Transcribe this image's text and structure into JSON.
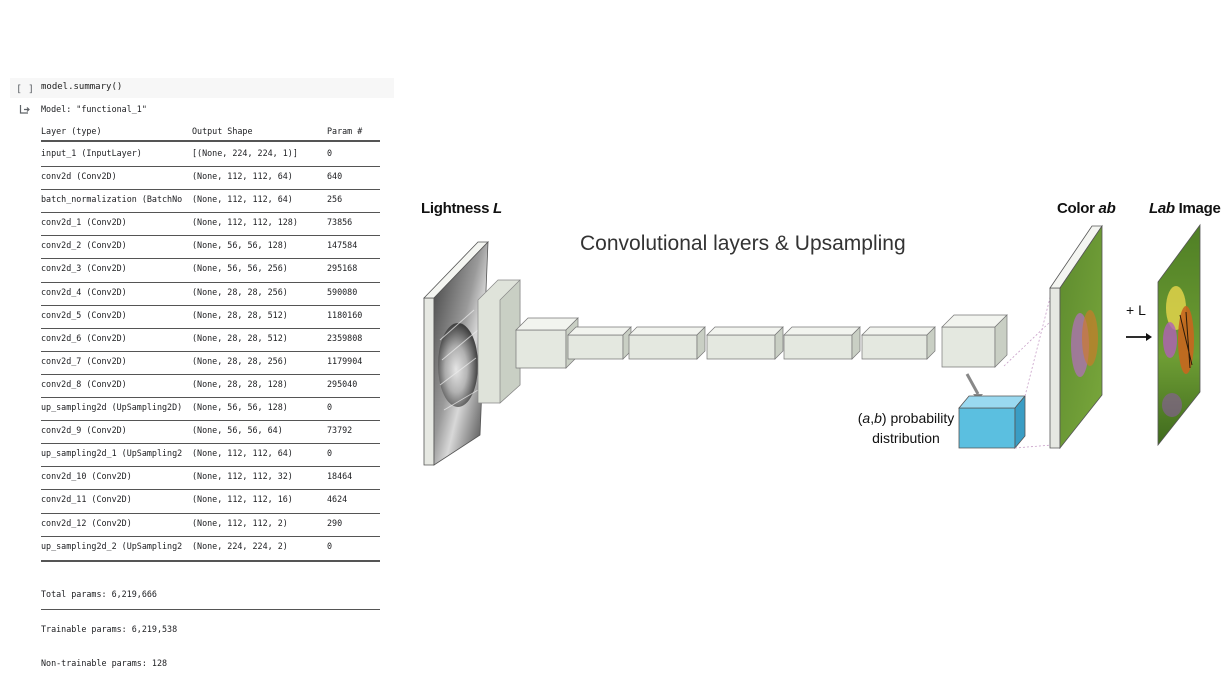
{
  "notebook": {
    "run_brackets": "[ ]",
    "code": "model.summary()",
    "model_line": "Model: \"functional_1\"",
    "headers": {
      "layer": "Layer (type)",
      "shape": "Output Shape",
      "param": "Param #"
    },
    "rows": [
      {
        "layer": "input_1 (InputLayer)",
        "shape": "[(None, 224, 224, 1)]",
        "param": "0"
      },
      {
        "layer": "conv2d (Conv2D)",
        "shape": "(None, 112, 112, 64)",
        "param": "640"
      },
      {
        "layer": "batch_normalization (BatchNo",
        "shape": "(None, 112, 112, 64)",
        "param": "256"
      },
      {
        "layer": "conv2d_1 (Conv2D)",
        "shape": "(None, 112, 112, 128)",
        "param": "73856"
      },
      {
        "layer": "conv2d_2 (Conv2D)",
        "shape": "(None, 56, 56, 128)",
        "param": "147584"
      },
      {
        "layer": "conv2d_3 (Conv2D)",
        "shape": "(None, 56, 56, 256)",
        "param": "295168"
      },
      {
        "layer": "conv2d_4 (Conv2D)",
        "shape": "(None, 28, 28, 256)",
        "param": "590080"
      },
      {
        "layer": "conv2d_5 (Conv2D)",
        "shape": "(None, 28, 28, 512)",
        "param": "1180160"
      },
      {
        "layer": "conv2d_6 (Conv2D)",
        "shape": "(None, 28, 28, 512)",
        "param": "2359808"
      },
      {
        "layer": "conv2d_7 (Conv2D)",
        "shape": "(None, 28, 28, 256)",
        "param": "1179904"
      },
      {
        "layer": "conv2d_8 (Conv2D)",
        "shape": "(None, 28, 28, 128)",
        "param": "295040"
      },
      {
        "layer": "up_sampling2d (UpSampling2D)",
        "shape": "(None, 56, 56, 128)",
        "param": "0"
      },
      {
        "layer": "conv2d_9 (Conv2D)",
        "shape": "(None, 56, 56, 64)",
        "param": "73792"
      },
      {
        "layer": "up_sampling2d_1 (UpSampling2",
        "shape": "(None, 112, 112, 64)",
        "param": "0"
      },
      {
        "layer": "conv2d_10 (Conv2D)",
        "shape": "(None, 112, 112, 32)",
        "param": "18464"
      },
      {
        "layer": "conv2d_11 (Conv2D)",
        "shape": "(None, 112, 112, 16)",
        "param": "4624"
      },
      {
        "layer": "conv2d_12 (Conv2D)",
        "shape": "(None, 112, 112, 2)",
        "param": "290"
      },
      {
        "layer": "up_sampling2d_2 (UpSampling2",
        "shape": "(None, 224, 224, 2)",
        "param": "0"
      }
    ],
    "totals": [
      "Total params: 6,219,666",
      "Trainable params: 6,219,538",
      "Non-trainable params: 128"
    ]
  },
  "diagram": {
    "title": "Convolutional layers & Upsampling",
    "lightness": {
      "text": "Lightness ",
      "em": "L"
    },
    "color": {
      "text": "Color ",
      "em": "ab"
    },
    "lab": {
      "em": "Lab",
      "text": " Image"
    },
    "plus_l": "+ L",
    "prob_line1_pre": "(",
    "prob_a": "a",
    "prob_comma": ",",
    "prob_b": "b",
    "prob_line1_post": ") probability",
    "prob_line2": "distribution",
    "colors": {
      "block_face": "#e4e8e0",
      "block_top": "#f2f4ef",
      "block_side": "#c9cfc4",
      "prob_face": "#5bbfe0",
      "prob_top": "#9ad9f0",
      "prob_side": "#3a9dc4",
      "green": "#6c9a34"
    }
  }
}
